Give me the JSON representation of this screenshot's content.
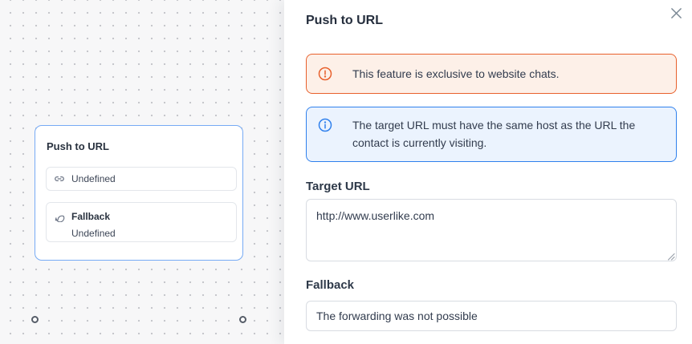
{
  "colors": {
    "accent_blue": "#2f80ed",
    "info_bg": "#ebf3fe",
    "warning_orange": "#e8602c",
    "warning_bg": "#fdf0e8",
    "node_border": "#77abf5",
    "text_dark": "#2f3a4d",
    "canvas_bg": "#f7f7f8"
  },
  "canvas": {
    "node": {
      "title": "Push to URL",
      "target_row": {
        "icon": "link-icon",
        "label": "Undefined"
      },
      "fallback_row": {
        "icon": "chat-bubble-icon",
        "title": "Fallback",
        "value": "Undefined"
      },
      "handles": [
        "left",
        "right"
      ]
    }
  },
  "panel": {
    "title": "Push to URL",
    "close_icon": "close-icon",
    "alerts": {
      "warning": {
        "icon": "exclamation-circle-icon",
        "text": "This feature is exclusive to website chats."
      },
      "info": {
        "icon": "info-circle-icon",
        "text": "The target URL must have the same host as the URL the contact is currently visiting."
      }
    },
    "target_url": {
      "label": "Target URL",
      "value": "http://www.userlike.com"
    },
    "fallback": {
      "label": "Fallback",
      "value": "The forwarding was not possible"
    }
  }
}
